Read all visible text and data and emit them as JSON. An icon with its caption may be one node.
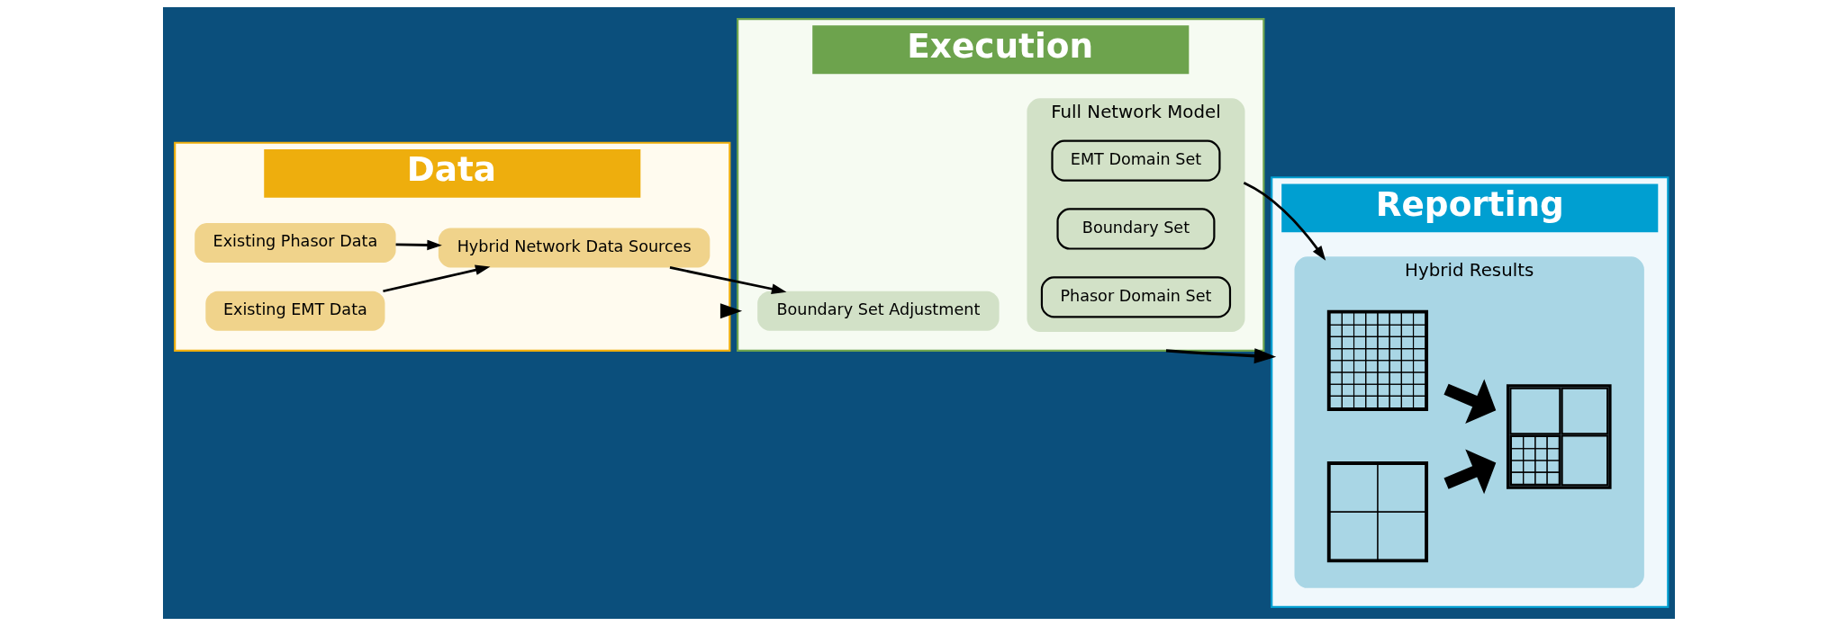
{
  "diagram": {
    "nodes": [
      {
        "text": [
          "Data"
        ]
      },
      {
        "text": [
          "Existing EMT Data"
        ],
        "in": 0
      },
      {
        "text": [
          "Hybrid Network Data Sources"
        ],
        "in": 0
      },
      {
        "text": [
          "Existing Phasor Data"
        ],
        "in": 0
      },
      {
        "text": [
          "Execution"
        ]
      },
      {
        "text": [
          "Boundary Set Adjustment"
        ],
        "in": 4
      },
      {
        "text": [
          "Full Network Model"
        ],
        "in": 4
      },
      {
        "text": [
          "EMT Domain Set"
        ],
        "in": 6
      },
      {
        "text": [
          "Boundary Set"
        ],
        "in": 6
      },
      {
        "text": [
          "Phasor Domain Set"
        ],
        "in": 6
      },
      {
        "text": [
          "Reporting"
        ]
      },
      {
        "text": [
          "Hybrid Results"
        ],
        "in": 10
      },
      {
        "text": [],
        "shape": "picture",
        "in": 11
      },
      {
        "text": [],
        "shape": "picture",
        "in": 11
      },
      {
        "text": [],
        "shape": "picture",
        "in": 11
      }
    ],
    "edges": [
      {
        "from": 0,
        "to": 4,
        "arrow": "to"
      },
      {
        "from": 4,
        "to": 10,
        "arrow": "to"
      },
      {
        "from": 1,
        "to": 2,
        "arrow": "to"
      },
      {
        "from": 3,
        "to": 2,
        "arrow": "to"
      },
      {
        "from": 2,
        "to": 5,
        "arrow": "to"
      },
      {
        "from": 6,
        "to": 11,
        "arrow": "to"
      },
      {
        "from": 12,
        "to": 14,
        "arrow": "to",
        "style": "thick"
      },
      {
        "from": 13,
        "to": 14,
        "arrow": "to",
        "style": "thick"
      }
    ]
  }
}
